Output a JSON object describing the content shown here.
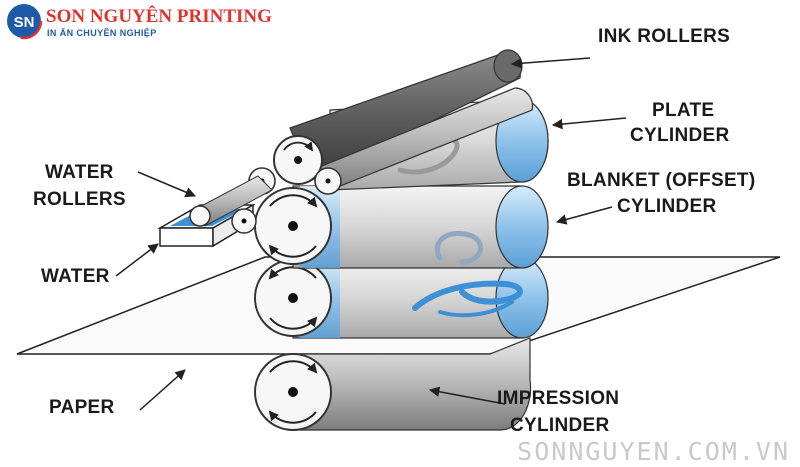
{
  "brand": {
    "logo_letters": "SN",
    "name": "SON NGUYÊN PRINTING",
    "tagline": "IN ẤN CHUYÊN NGHIỆP",
    "website": "SONNGUYEN.COM.VN"
  },
  "labels": {
    "ink_rollers": "INK ROLLERS",
    "plate_line1": "PLATE",
    "plate_line2": "CYLINDER",
    "blanket_line1": "BLANKET (OFFSET)",
    "blanket_line2": "CYLINDER",
    "water_rollers_line1": "WATER",
    "water_rollers_line2": "ROLLERS",
    "water": "WATER",
    "paper": "PAPER",
    "impression_line1": "IMPRESSION",
    "impression_line2": "CYLINDER"
  },
  "colors": {
    "brand_red": "#e0322b",
    "brand_blue": "#1e5aa8",
    "water_blue": "#3d8fd6",
    "cylinder_gray": "#c9c9c9",
    "ink_dark": "#5a5a5a"
  }
}
